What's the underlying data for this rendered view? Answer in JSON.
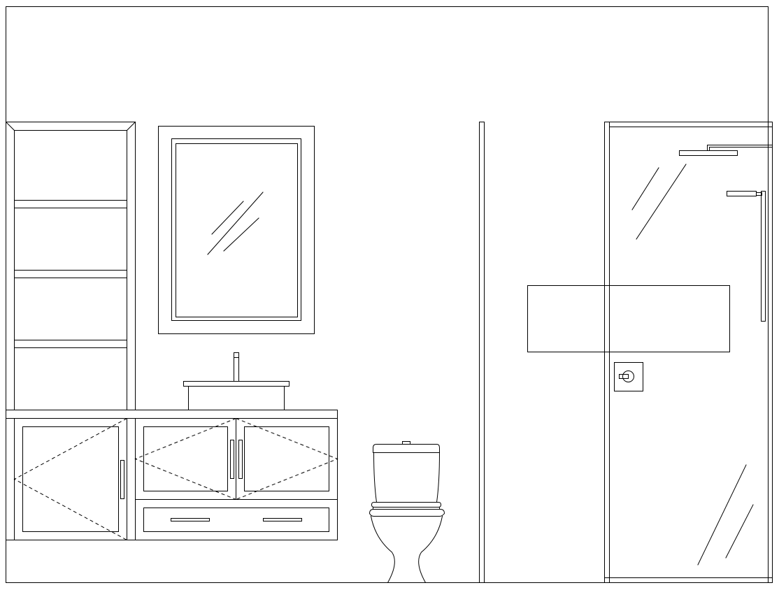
{
  "drawing": {
    "kind": "bathroom-wall-elevation",
    "line_color": "#000000",
    "background_color": "#ffffff",
    "elements": [
      "wall-outline",
      "tall-open-shelving-unit",
      "wall-mirror",
      "vessel-sink",
      "faucet",
      "vanity-cabinet",
      "toilet",
      "partition-wall",
      "wall-niche",
      "glass-shower-enclosure",
      "rain-shower-head",
      "handheld-shower",
      "shower-mixer-valve"
    ]
  }
}
